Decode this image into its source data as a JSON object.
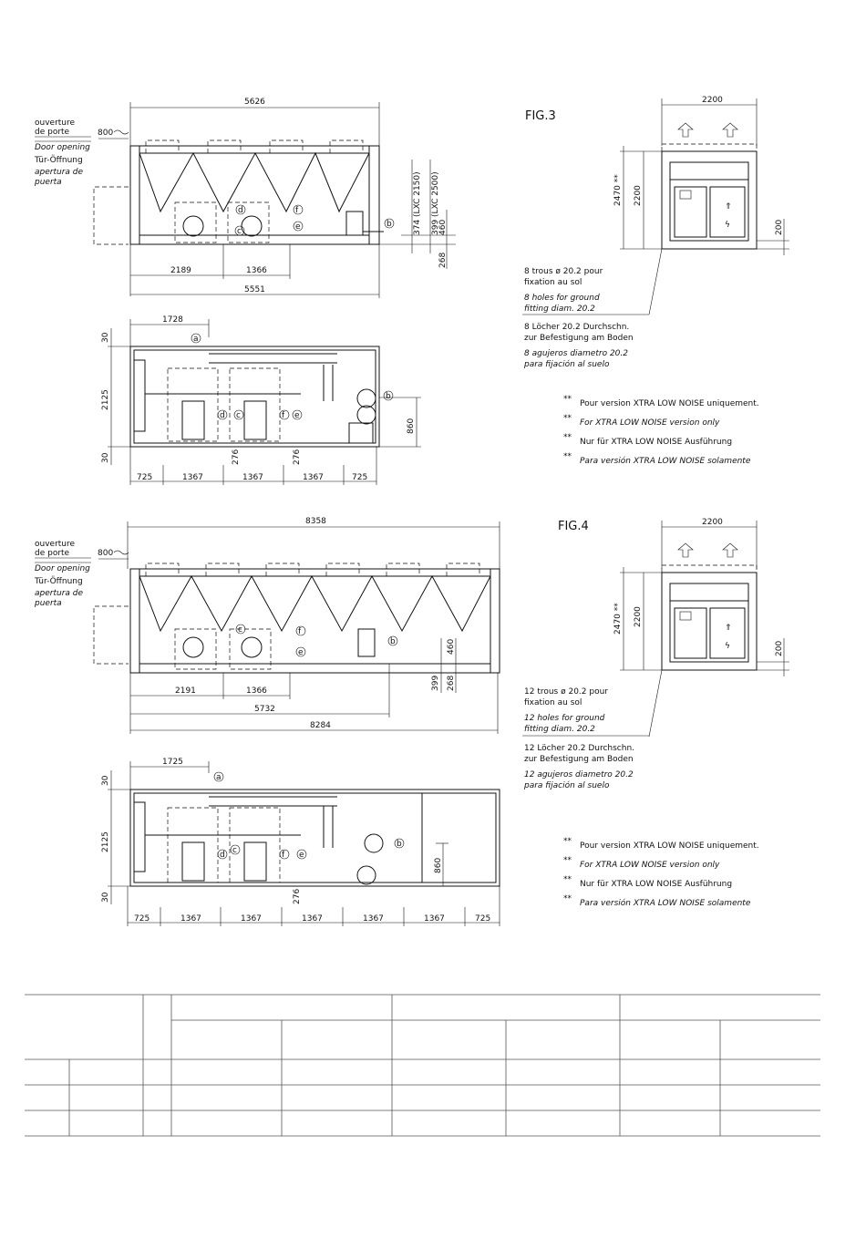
{
  "fig3": {
    "label": "FIG.3",
    "door_texts": [
      "ouverture",
      "de porte",
      "Door opening",
      "Tür-Öffnung",
      "apertura de",
      "puerta"
    ],
    "door_dim": "800",
    "top_dims": {
      "overall": "5626",
      "a": "2189",
      "b": "1366",
      "base": "5551",
      "h1": "374 (LXC 2150)",
      "h2": "399 (LXC 2500)",
      "h3": "460",
      "h4": "268"
    },
    "plan_dims": {
      "top": "1728",
      "side": "2125",
      "edge_top": "30",
      "edge_bot": "30",
      "r860": "860",
      "d276a": "276",
      "d276b": "276",
      "row": [
        "725",
        "1367",
        "1367",
        "1367",
        "725"
      ]
    },
    "side_dims": {
      "width": "2200",
      "height": "2200",
      "height_total": "2470 **",
      "base": "200"
    },
    "holes": [
      "8 trous ø 20.2 pour",
      "fixation au sol",
      "8 holes for ground",
      "fitting diam. 20.2",
      "8 Löcher 20.2 Durchschn.",
      "zur Befestigung am Boden",
      "8 agujeros diametro 20.2",
      "para fijación al suelo"
    ],
    "notes": [
      "Pour version XTRA LOW NOISE uniquement.",
      "For XTRA LOW NOISE version only",
      "Nur für XTRA LOW NOISE Ausführung",
      "Para versión XTRA LOW NOISE solamente"
    ]
  },
  "fig4": {
    "label": "FIG.4",
    "door_texts": [
      "ouverture",
      "de porte",
      "Door opening",
      "Tür-Öffnung",
      "apertura de",
      "puerta"
    ],
    "door_dim": "800",
    "top_dims": {
      "overall": "8358",
      "a": "2191",
      "b": "1366",
      "mid": "5732",
      "base": "8284",
      "h1": "399",
      "h2": "268",
      "h3": "460"
    },
    "plan_dims": {
      "top": "1725",
      "side": "2125",
      "edge_top": "30",
      "edge_bot": "30",
      "r860": "860",
      "d276": "276",
      "row": [
        "725",
        "1367",
        "1367",
        "1367",
        "1367",
        "1367",
        "725"
      ]
    },
    "side_dims": {
      "width": "2200",
      "height": "2200",
      "height_total": "2470 **",
      "base": "200"
    },
    "holes": [
      "12 trous ø 20.2 pour",
      "fixation au sol",
      "12 holes for ground",
      "fitting diam. 20.2",
      "12 Löcher 20.2 Durchschn.",
      "zur Befestigung am Boden",
      "12 agujeros diametro 20.2",
      "para fijación al suelo"
    ],
    "notes": [
      "Pour version XTRA LOW NOISE uniquement.",
      "For XTRA LOW NOISE version only",
      "Nur für XTRA LOW NOISE Ausführung",
      "Para versión XTRA LOW NOISE solamente"
    ]
  },
  "markers": {
    "a": "a",
    "b": "b",
    "c": "c",
    "d": "d",
    "e": "e",
    "f": "f",
    "stars": "**"
  }
}
